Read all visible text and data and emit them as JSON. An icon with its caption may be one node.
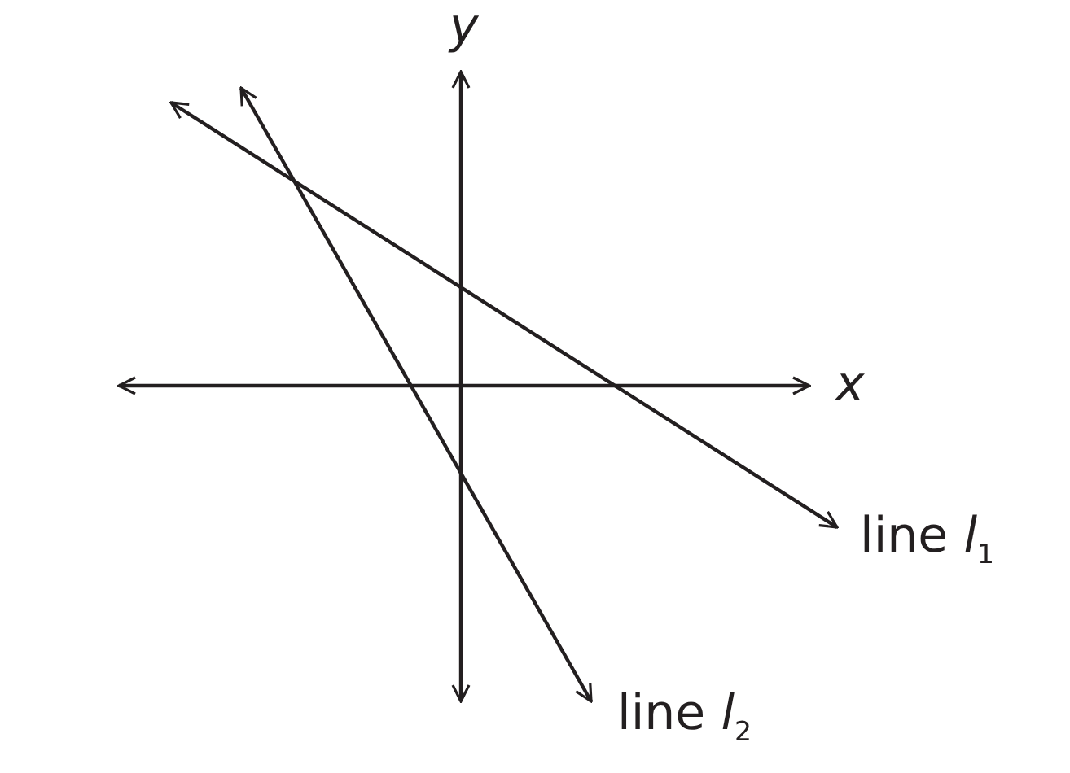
{
  "diagram": {
    "labels": [
      "y",
      "x",
      "line *l*$_{1}$",
      "line *l*$_{2}$"
    ]
  }
}
